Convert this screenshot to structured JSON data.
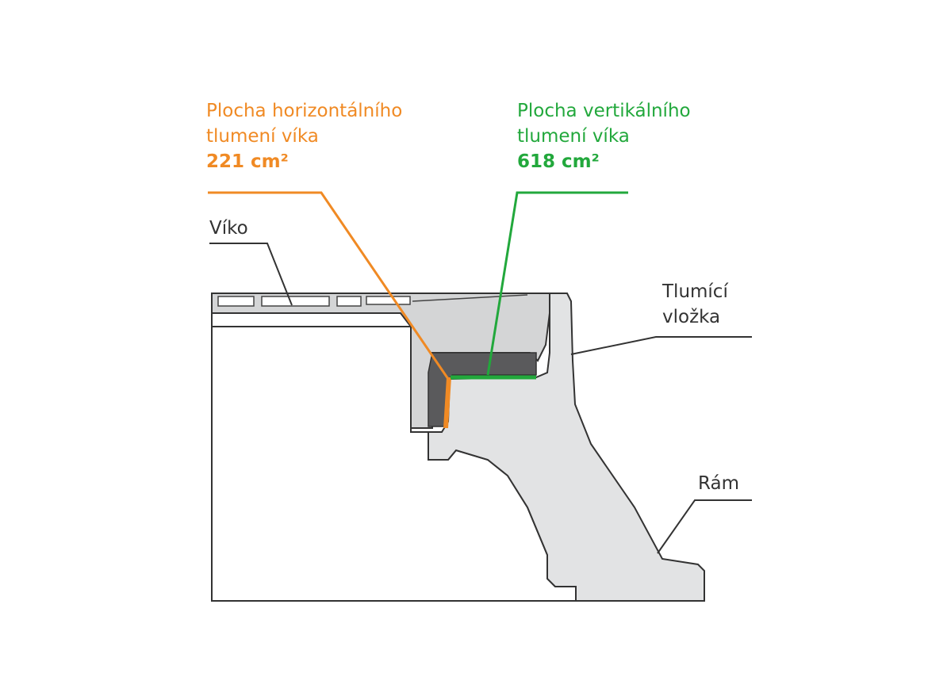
{
  "horizontal_area": {
    "line1": "Plocha horizontálního",
    "line2": "tlumení víka",
    "value": "221 cm²"
  },
  "vertical_area": {
    "line1": "Plocha vertikálního",
    "line2": "tlumení víka",
    "value": "618 cm²"
  },
  "labels": {
    "lid": "Víko",
    "insert_line1": "Tlumící",
    "insert_line2": "vložka",
    "frame": "Rám"
  },
  "colors": {
    "horizontal": "#f08a24",
    "vertical": "#22a83c",
    "leader": "#333333",
    "frame_fill": "#e2e3e4",
    "insert_fill": "#5a5a5c",
    "lid_fill": "#d4d5d6"
  }
}
